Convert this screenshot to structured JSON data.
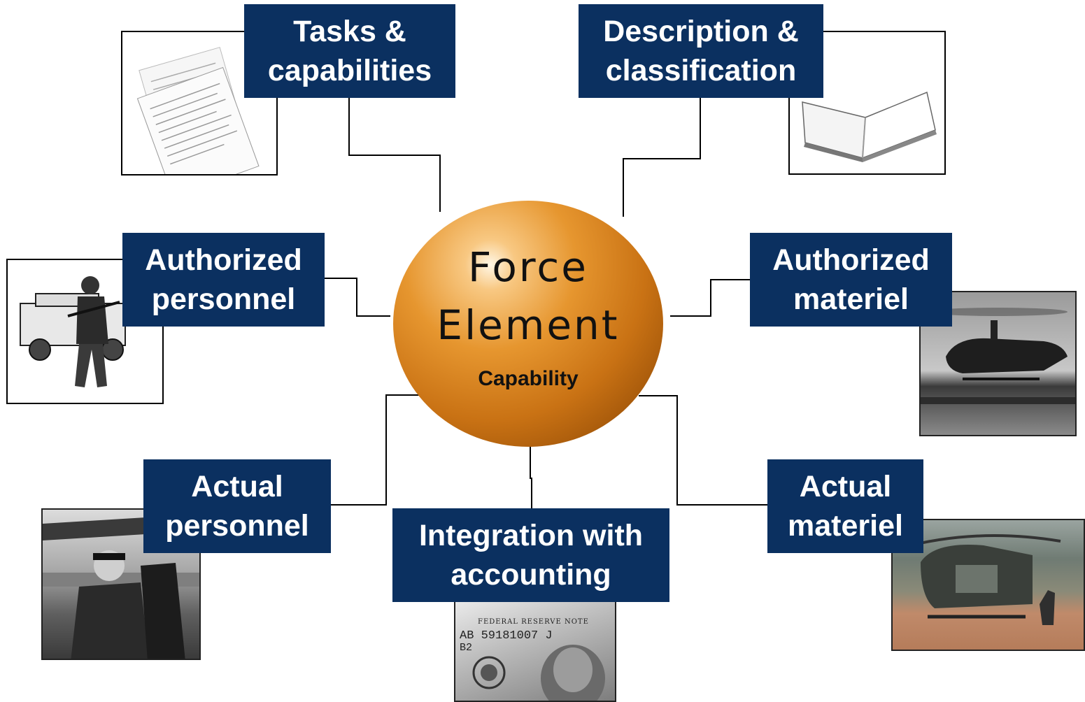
{
  "center": {
    "title_line1": "Force",
    "title_line2": "Element",
    "subtitle": "Capability"
  },
  "labels": {
    "tasks": "Tasks &\ncapabilities",
    "description": "Description &\nclassification",
    "auth_personnel": "Authorized\npersonnel",
    "auth_materiel": "Authorized\nmateriel",
    "actual_personnel": "Actual\npersonnel",
    "integration": "Integration with\naccounting",
    "actual_materiel": "Actual\nmateriel"
  },
  "banknote": {
    "header": "FEDERAL RESERVE NOTE",
    "serial": "AB 59181007 J",
    "code": "B2"
  },
  "colors": {
    "label_bg": "#0b3060",
    "label_text": "#ffffff",
    "sphere": "#d98420"
  }
}
